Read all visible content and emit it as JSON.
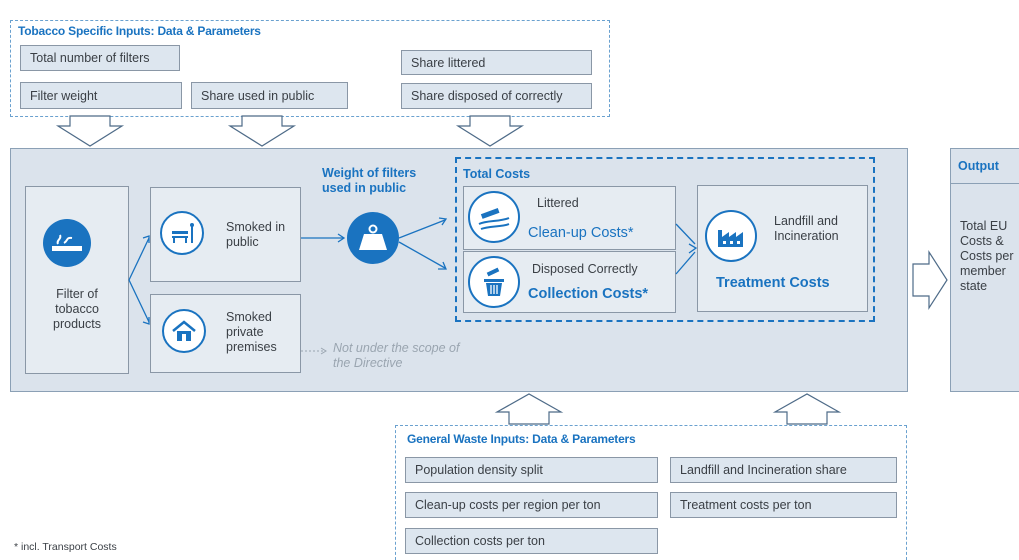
{
  "tobacco_inputs": {
    "title": "Tobacco Specific Inputs: Data & Parameters",
    "items": [
      "Total number of filters",
      "Filter weight",
      "Share used in public",
      "Share littered",
      "Share disposed of correctly"
    ]
  },
  "main": {
    "filter_label": "Filter of tobacco products",
    "smoked_public": "Smoked in public",
    "smoked_private": "Smoked private premises",
    "not_scope": "Not under the scope of the Directive",
    "weight_label": "Weight of filters used in public",
    "total_costs": "Total Costs",
    "littered": "Littered",
    "cleanup_costs": "Clean-up Costs*",
    "disposed": "Disposed Correctly",
    "collection_costs": "Collection Costs*",
    "landfill": "Landfill and Incineration",
    "treatment_costs": "Treatment Costs"
  },
  "output": {
    "title": "Output",
    "text": "Total EU Costs & Costs per member state"
  },
  "general_inputs": {
    "title": "General Waste Inputs: Data & Parameters",
    "items": [
      "Population density split",
      "Clean-up costs per region per ton",
      "Collection costs per ton",
      "Landfill and Incineration share",
      "Treatment costs per ton"
    ]
  },
  "footnote": "* incl. Transport Costs",
  "colors": {
    "accent": "#1a73c0",
    "panel": "#dbe3ec",
    "box": "#dde6ef"
  }
}
